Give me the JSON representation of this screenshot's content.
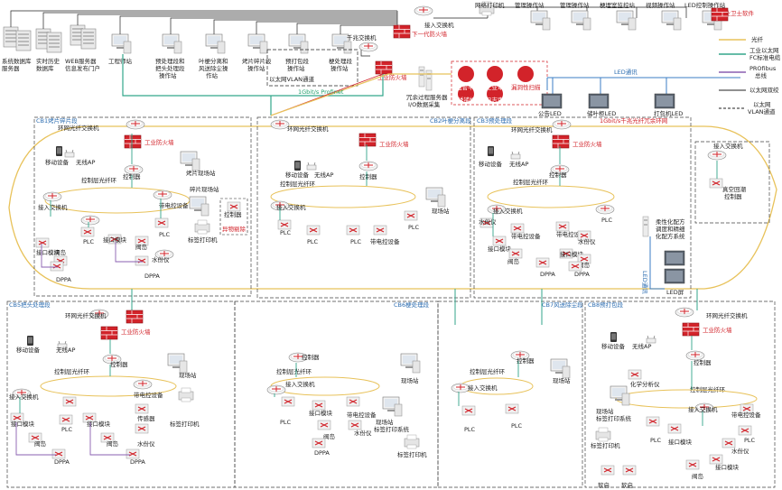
{
  "colors": {
    "fiber": "#e8c25a",
    "ethernet": "#33a68b",
    "profibus": "#8a5fb0",
    "lan": "#222222",
    "vlan": "#222222",
    "led": "#3b7dc4",
    "firewall": "#d2232a"
  },
  "legend": [
    {
      "label": "光纤",
      "style": "fiber"
    },
    {
      "label": "工业以太网\nFC标准电缆",
      "style": "ethernet"
    },
    {
      "label": "PROfibus\n总线",
      "style": "profibus"
    },
    {
      "label": "以太网双绞线",
      "style": "lan"
    },
    {
      "label": "以太网\nVLAN通道",
      "style": "vlan"
    }
  ],
  "top_servers": [
    "系统数据库\n服务器",
    "实时历史\n数据库",
    "WEB服务器\n信息发布门户",
    "工程师站",
    "预处理段和\n把头处理段\n操作站",
    "叶梗分离和\n风送除尘操\n作站",
    "烤片碎片段\n操作站",
    "预打包段\n操作站",
    "梗处理段\n操作站"
  ],
  "top_right": [
    "网络打印机",
    "管理操作站",
    "管理操作站",
    "梗埋室监控站",
    "视频操作站",
    "LED控制操作站"
  ],
  "core": {
    "access_switch": "接入交换机",
    "next_fw": "下一代防火墙",
    "core_switch": "千兆交换机",
    "ind_fw": "工业防火墙",
    "vlan_note": "以太网VLAN通道",
    "backbone": "1Gbit/s Profinet",
    "redundant": "冗余过程服务器\nI/O数据采集",
    "security_soft": "工业卫士软件",
    "monitor": "监管平台",
    "audit": "工业审计",
    "vuln": "漏洞性扫描",
    "honeypot": "诱捕机",
    "log": "日志审计",
    "led_net": "LED通讯",
    "leds": [
      "公告LED",
      "储叶柜LED",
      "打包机LED"
    ]
  },
  "sections": {
    "cb1": "CB1烤片碎片段",
    "cb2": "CB2叶梗分离段",
    "cb3": "CB3预处理段",
    "cb_ring": "1Gbit/s千兆光纤冗余环网",
    "cb5": "CB5把头处理段",
    "cb6": "CB6梗处理段",
    "cb7": "CB7风送除尘段",
    "cb8": "CB8预打包段"
  },
  "labels": {
    "ring_switch": "环网光纤交换机",
    "fw": "工业防火墙",
    "mobile": "移动设备",
    "wap": "无线AP",
    "controller": "控制器",
    "ctrl_ring": "控制层光纤环",
    "access": "接入交换机",
    "plc": "PLC",
    "io": "接口模块",
    "valve": "阀岛",
    "dppa": "DPPA",
    "drive": "带电控设备",
    "water": "水份仪",
    "sensor": "传感器",
    "field": "现场站",
    "label_printer": "标签打印机",
    "tablet": "烤片现场站",
    "frag": "碎片现场站",
    "vacuum": "真空回潮\n控制器",
    "rfid": "柔性化配方\n调度和精细\n化配方系统",
    "led_screen": "LED屏",
    "led_comm": "LED通讯",
    "chem": "化学分析仪",
    "soft1": "软启",
    "soft2": "软启",
    "field_print": "现场站\n标签打印系统",
    "other": "异物剔除",
    "plc_print": "标签打印机"
  }
}
